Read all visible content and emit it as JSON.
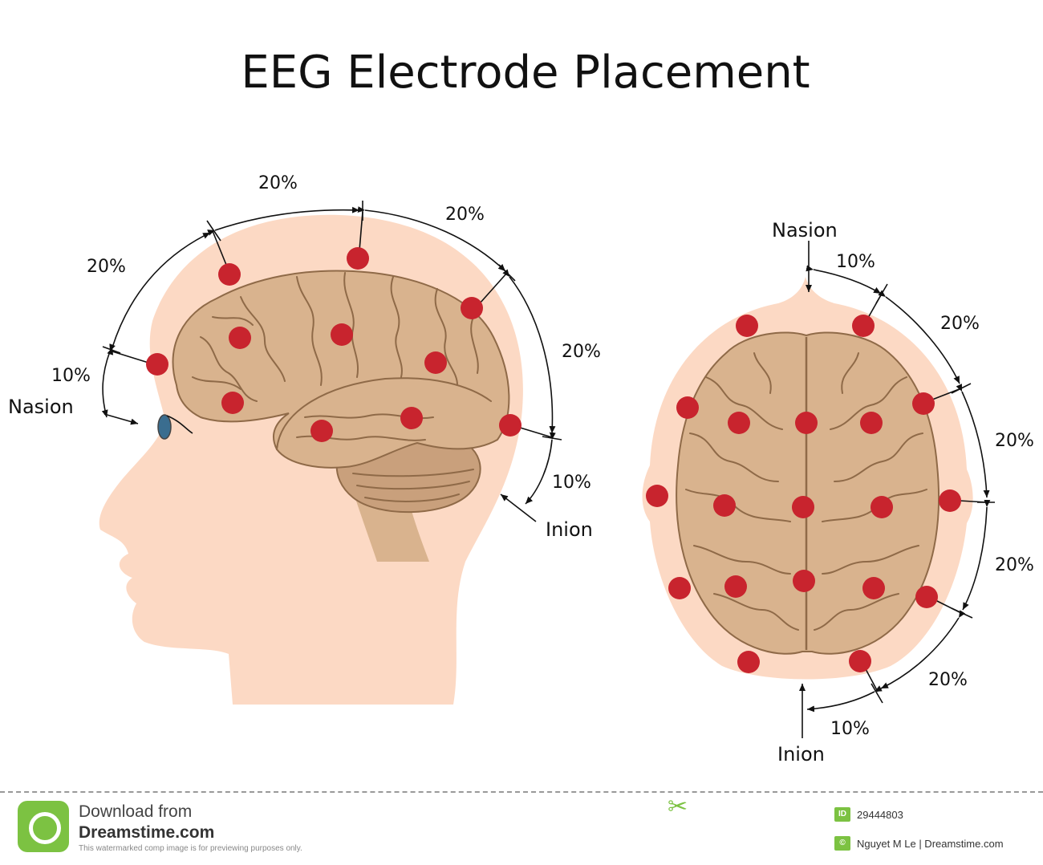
{
  "title": "EEG Electrode Placement",
  "side_view": {
    "labels": {
      "top_front": "20%",
      "top_middle": "20%",
      "top_back": "20%",
      "back": "20%",
      "front_small": "10%",
      "back_small": "10%",
      "nasion": "Nasion",
      "inion": "Inion"
    }
  },
  "top_view": {
    "labels": {
      "nasion": "Nasion",
      "inion": "Inion",
      "front_small": "10%",
      "upper_right": "20%",
      "mid_right_upper": "20%",
      "mid_right_lower": "20%",
      "lower_right": "20%",
      "back_small": "10%"
    }
  },
  "footer": {
    "download_line1": "Download from",
    "download_line2": "Dreamstime.com",
    "download_line3": "This watermarked comp image is for previewing purposes only.",
    "id_badge": "ID",
    "image_id": "29444803",
    "author_badge": "©",
    "author_line": "Nguyet M Le  | Dreamstime.com",
    "scissors_icon": "scissors-icon"
  },
  "colors": {
    "skin": "#fcd9c4",
    "brain": "#d9b38e",
    "brain_stroke": "#8f6a48",
    "electrode": "#c8242e",
    "accent_green": "#7cc242"
  }
}
